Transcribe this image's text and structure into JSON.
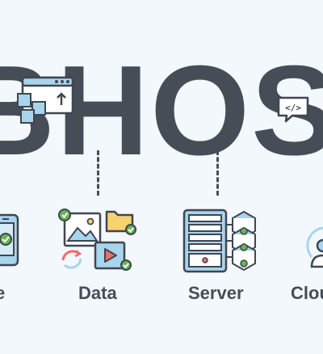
{
  "headline": "BHOST",
  "code_badge": "</>",
  "categories": [
    {
      "id": "mobile",
      "label": "e",
      "icon": "phone-check-icon"
    },
    {
      "id": "data",
      "label": "Data",
      "icon": "media-files-icon"
    },
    {
      "id": "server",
      "label": "Server",
      "icon": "server-rack-icon"
    },
    {
      "id": "cloud",
      "label": "Clou",
      "icon": "cloud-user-icon"
    }
  ],
  "colors": {
    "text": "#474d57",
    "background": "#f2f8fb",
    "outline": "#3f4651",
    "blue": "#a8d4ec",
    "green": "#67b556",
    "yellow": "#f7d271",
    "red": "#ee6d6d"
  }
}
